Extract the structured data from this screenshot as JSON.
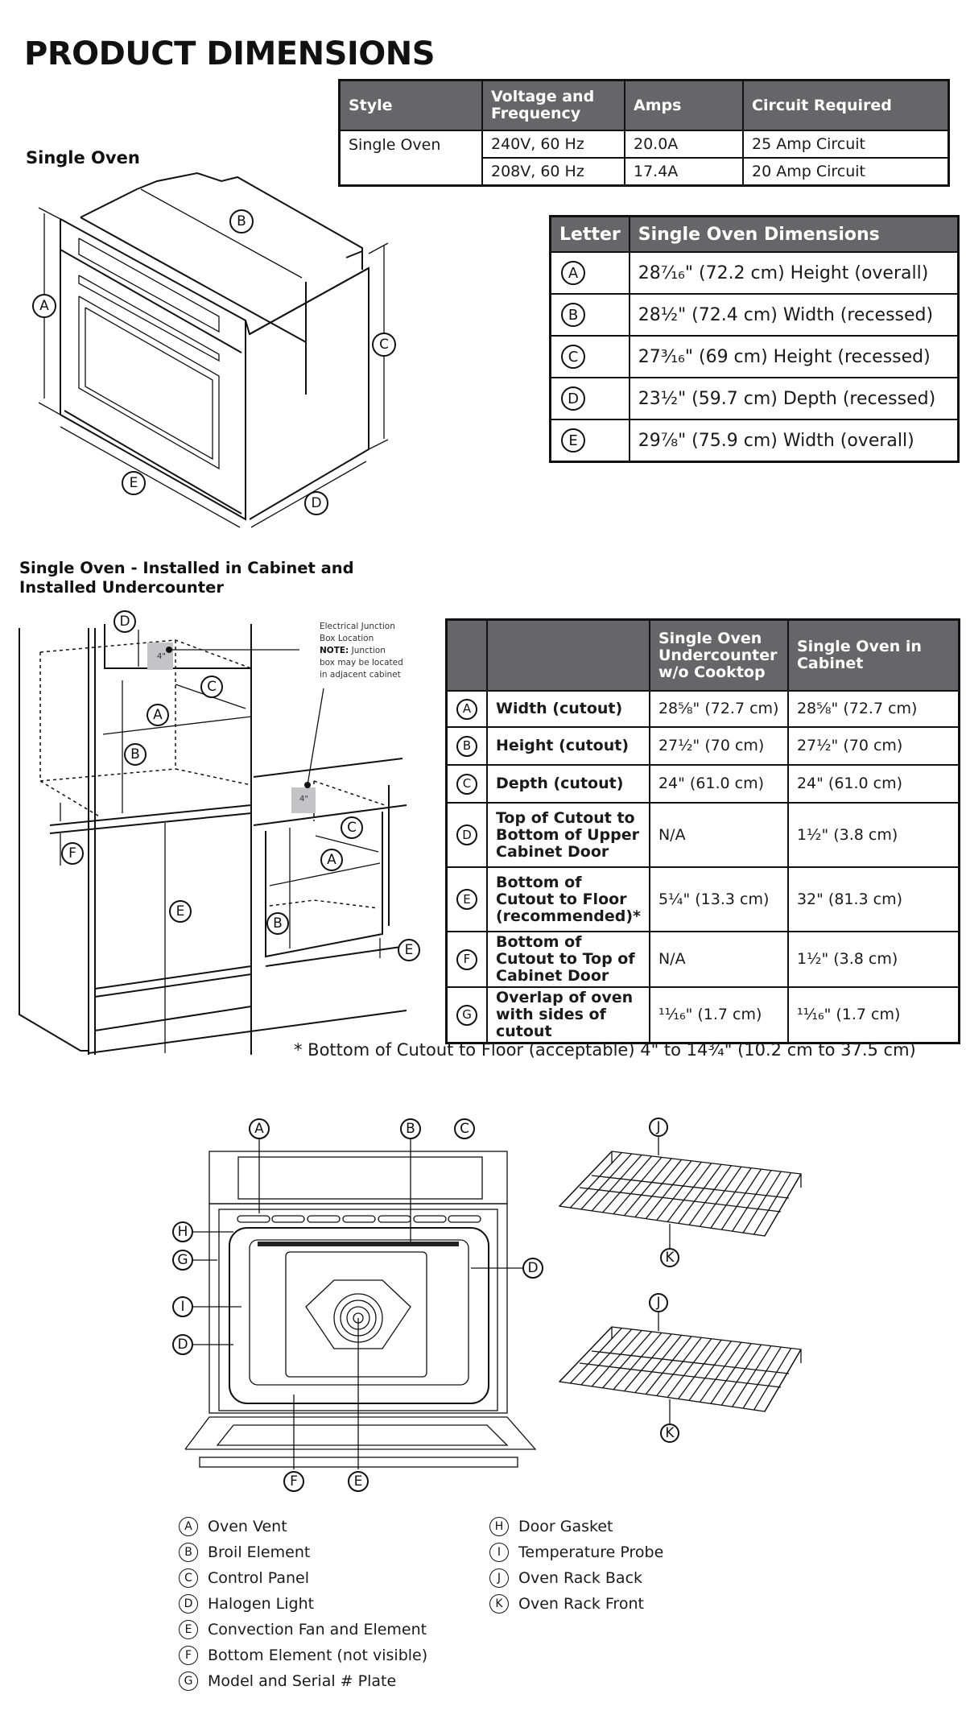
{
  "page": {
    "title": "PRODUCT DIMENSIONS"
  },
  "power_table": {
    "headers": [
      "Style",
      "Voltage and Frequency",
      "Amps",
      "Circuit Required"
    ],
    "style": "Single Oven",
    "rows": [
      {
        "voltage": "240V, 60 Hz",
        "amps": "20.0A",
        "circuit": "25 Amp Circuit"
      },
      {
        "voltage": "208V, 60 Hz",
        "amps": "17.4A",
        "circuit": "20 Amp Circuit"
      }
    ]
  },
  "single_oven_diagram": {
    "label": "Single Oven",
    "callouts": [
      "A",
      "B",
      "C",
      "D",
      "E"
    ]
  },
  "dimensions_table": {
    "headers": [
      "Letter",
      "Single Oven Dimensions"
    ],
    "rows": [
      {
        "letter": "A",
        "text": "28⁷⁄₁₆\" (72.2 cm) Height (overall)"
      },
      {
        "letter": "B",
        "text": "28½\" (72.4 cm) Width (recessed)"
      },
      {
        "letter": "C",
        "text": "27³⁄₁₆\" (69 cm) Height (recessed)"
      },
      {
        "letter": "D",
        "text": "23½\" (59.7 cm) Depth (recessed)"
      },
      {
        "letter": "E",
        "text": "29⅞\" (75.9 cm) Width (overall)"
      }
    ]
  },
  "installation_diagram": {
    "label": "Single Oven - Installed in Cabinet and Installed Undercounter",
    "junction_note_line1": "Electrical Junction",
    "junction_note_line2": "Box Location",
    "junction_note_bold": "NOTE:",
    "junction_note_line3": "Junction",
    "junction_note_line4": "box may be located",
    "junction_note_line5": "in adjacent cabinet",
    "box_dimension": "4\"",
    "callouts": [
      "A",
      "B",
      "C",
      "D",
      "E",
      "F"
    ]
  },
  "cutout_table": {
    "headers": [
      "",
      "",
      "Single Oven Undercounter w/o Cooktop",
      "Single Oven in Cabinet"
    ],
    "rows": [
      {
        "letter": "A",
        "desc": "Width (cutout)",
        "undercounter": "28⅝\" (72.7 cm)",
        "cabinet": "28⅝\" (72.7 cm)"
      },
      {
        "letter": "B",
        "desc": "Height (cutout)",
        "undercounter": "27½\" (70 cm)",
        "cabinet": "27½\" (70 cm)"
      },
      {
        "letter": "C",
        "desc": "Depth (cutout)",
        "undercounter": "24\" (61.0 cm)",
        "cabinet": "24\" (61.0 cm)"
      },
      {
        "letter": "D",
        "desc": "Top of Cutout to Bottom of Upper Cabinet Door",
        "undercounter": "N/A",
        "cabinet": "1½\" (3.8 cm)"
      },
      {
        "letter": "E",
        "desc": "Bottom of Cutout to Floor (recommended)*",
        "undercounter": "5¼\" (13.3 cm)",
        "cabinet": "32\" (81.3 cm)"
      },
      {
        "letter": "F",
        "desc": "Bottom of Cutout to Top of Cabinet Door",
        "undercounter": "N/A",
        "cabinet": "1½\" (3.8 cm)"
      },
      {
        "letter": "G",
        "desc": "Overlap of oven with sides of cutout",
        "undercounter": "¹¹⁄₁₆\" (1.7 cm)",
        "cabinet": "¹¹⁄₁₆\" (1.7 cm)"
      }
    ]
  },
  "footnote": "* Bottom of Cutout to Floor (acceptable) 4\" to 14¾\" (10.2 cm to 37.5 cm)",
  "parts_diagram": {
    "callouts": [
      "A",
      "B",
      "C",
      "D",
      "E",
      "F",
      "G",
      "H",
      "I",
      "J",
      "K"
    ]
  },
  "legend": {
    "left": [
      {
        "letter": "A",
        "label": "Oven Vent"
      },
      {
        "letter": "B",
        "label": "Broil Element"
      },
      {
        "letter": "C",
        "label": "Control Panel"
      },
      {
        "letter": "D",
        "label": "Halogen Light"
      },
      {
        "letter": "E",
        "label": "Convection Fan and Element"
      },
      {
        "letter": "F",
        "label": "Bottom Element (not visible)"
      },
      {
        "letter": "G",
        "label": "Model and Serial # Plate"
      }
    ],
    "right": [
      {
        "letter": "H",
        "label": "Door Gasket"
      },
      {
        "letter": "I",
        "label": "Temperature Probe"
      },
      {
        "letter": "J",
        "label": "Oven Rack Back"
      },
      {
        "letter": "K",
        "label": "Oven Rack Front"
      }
    ]
  },
  "colors": {
    "header_bg": "#666669",
    "header_text": "#ffffff",
    "border": "#111111",
    "text": "#1a1a1a"
  }
}
